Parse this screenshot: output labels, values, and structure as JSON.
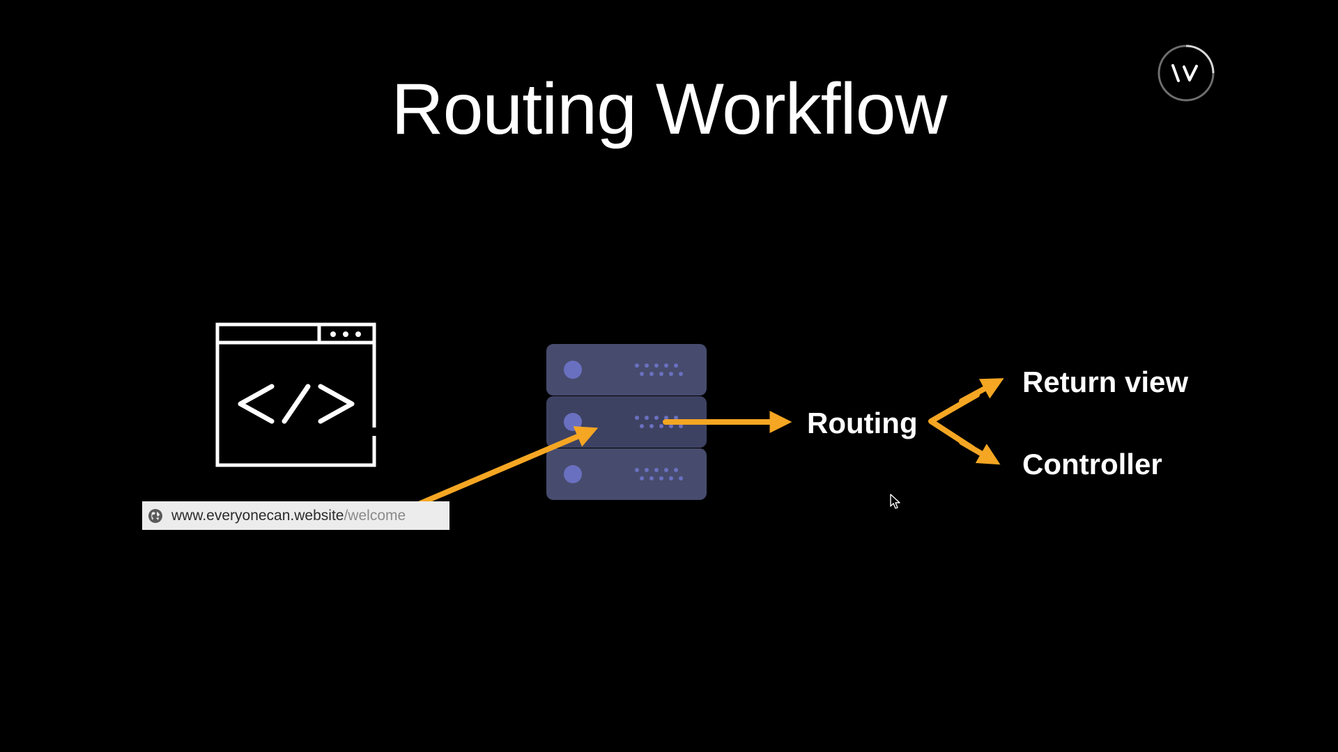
{
  "slide": {
    "title": "Routing Workflow"
  },
  "browser": {
    "url_domain": "www.everyonecan.website",
    "url_path": "/welcome"
  },
  "flow": {
    "routing_label": "Routing",
    "return_view_label": "Return view",
    "controller_label": "Controller"
  },
  "colors": {
    "background": "#000000",
    "arrow": "#f5a623",
    "server_body": "#474c6e",
    "server_accent": "#6a70c0",
    "text": "#ffffff"
  },
  "icons": {
    "browser": "code-window-icon",
    "server": "server-stack-icon",
    "globe": "globe-icon",
    "logo": "brand-logo-icon",
    "cursor": "mouse-pointer-icon"
  }
}
